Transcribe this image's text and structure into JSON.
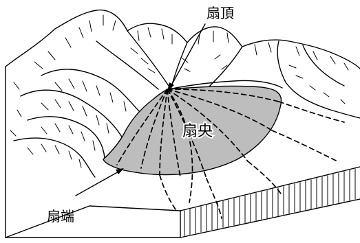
{
  "labels": {
    "apex": "扇頂",
    "center": "扇央",
    "toe": "扇端"
  },
  "colors": {
    "fan_fill": "#bdbdbd",
    "ink": "#000000",
    "background": "#ffffff"
  }
}
